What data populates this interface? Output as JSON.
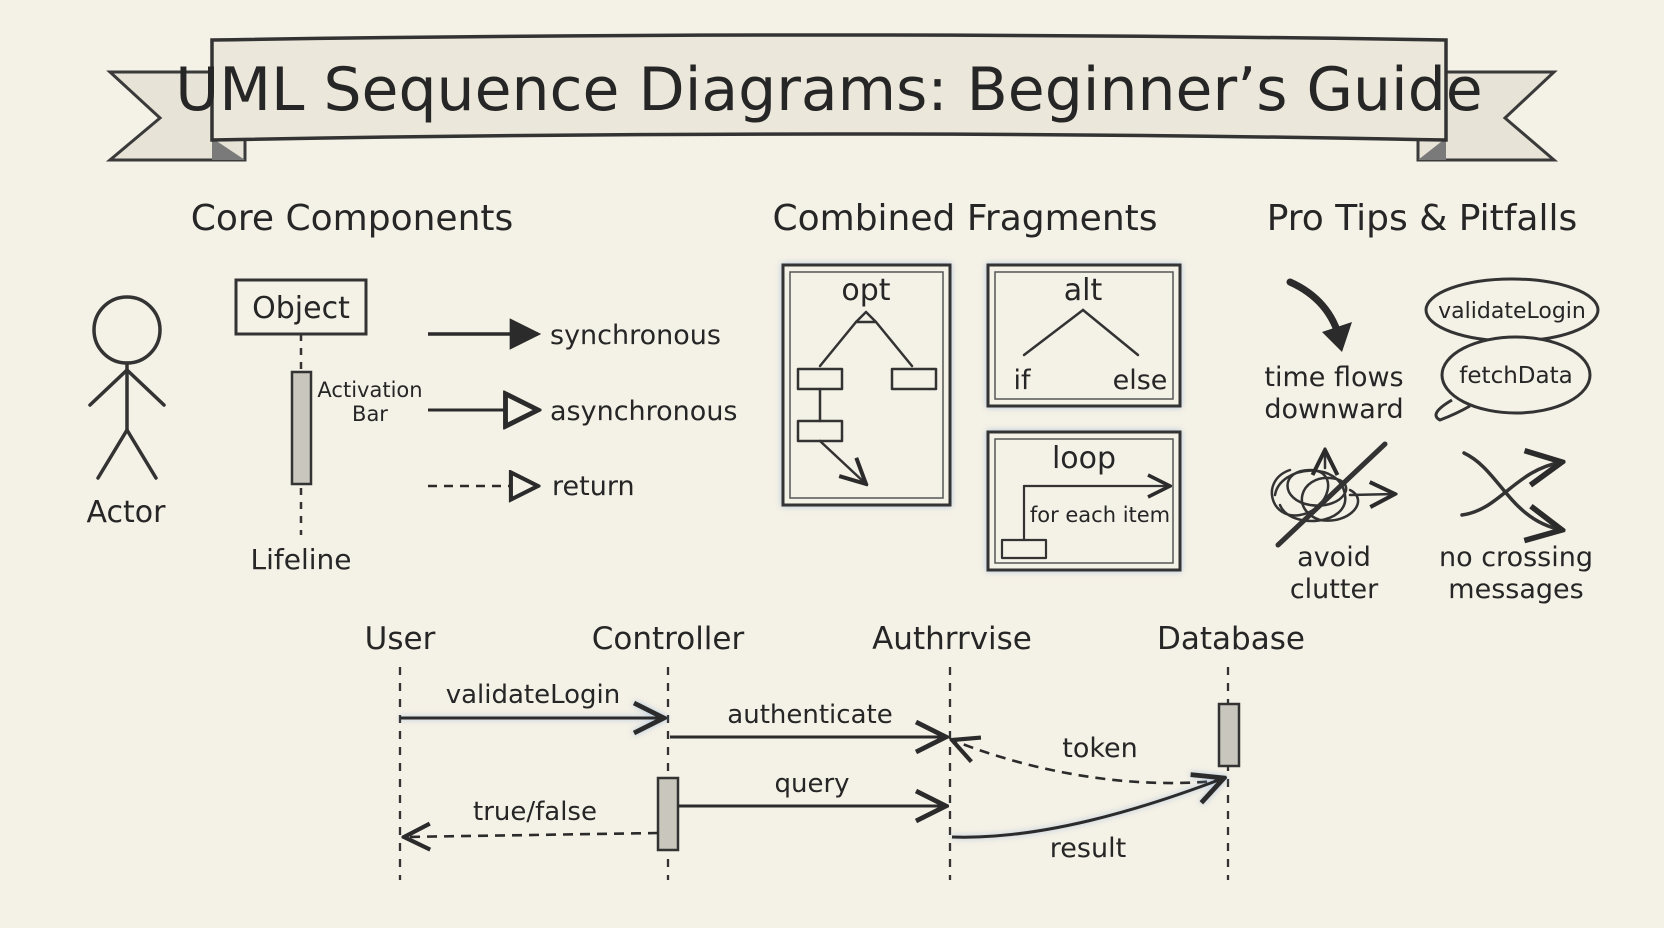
{
  "title": "UML Sequence Diagrams: Beginner’s Guide",
  "sections": {
    "core": "Core Components",
    "fragments": "Combined Fragments",
    "tips": "Pro Tips & Pitfalls"
  },
  "core_components": {
    "actor": "Actor",
    "object": "Object",
    "activation_bar_line1": "Activation",
    "activation_bar_line2": "Bar",
    "lifeline": "Lifeline",
    "synchronous": "synchronous",
    "asynchronous": "asynchronous",
    "return": "return"
  },
  "fragments": {
    "opt": "opt",
    "alt": "alt",
    "alt_if": "if",
    "alt_else": "else",
    "loop": "loop",
    "loop_guard": "for each item"
  },
  "tips": {
    "time_line1": "time flows",
    "time_line2": "downward",
    "bubble1": "validateLogin",
    "bubble2": "fetchData",
    "clutter_line1": "avoid",
    "clutter_line2": "clutter",
    "crossing_line1": "no crossing",
    "crossing_line2": "messages"
  },
  "sequence": {
    "participants": [
      "User",
      "Controller",
      "Authrrvise",
      "Database"
    ],
    "messages": {
      "validateLogin": "validateLogin",
      "authenticate": "authenticate",
      "token": "token",
      "query": "query",
      "true_false": "true/false",
      "result": "result"
    }
  }
}
